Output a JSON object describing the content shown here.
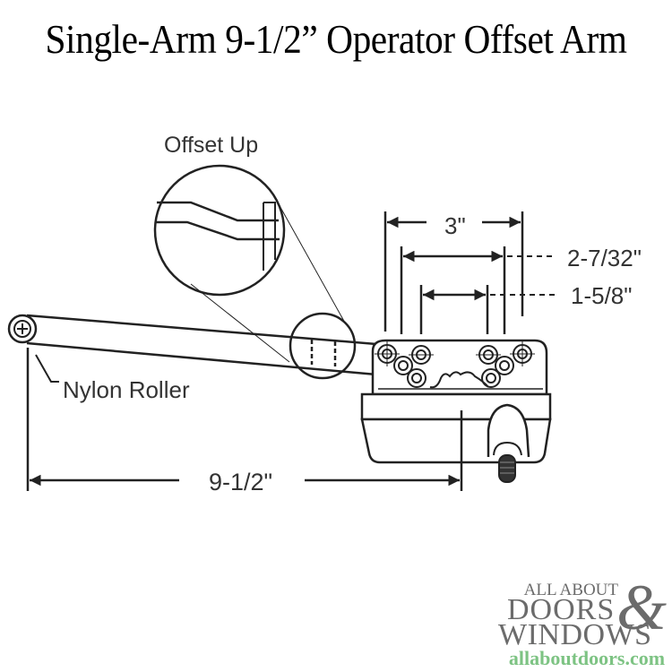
{
  "title": "Single-Arm 9-1/2” Operator Offset Arm",
  "callouts": {
    "offset": "Offset Up",
    "roller": "Nylon Roller"
  },
  "dimensions": {
    "overall_width": "3\"",
    "middle_width": "2-7/32\"",
    "inner_width": "1-5/8\"",
    "arm_length": "9-1/2\""
  },
  "logo": {
    "line1": "ALL ABOUT",
    "line2": "DOORS",
    "ampersand": "&",
    "line3": "WINDOWS",
    "url": "allaboutdoors.com",
    "gray": "#6b6b6b",
    "green": "#7dc383"
  }
}
